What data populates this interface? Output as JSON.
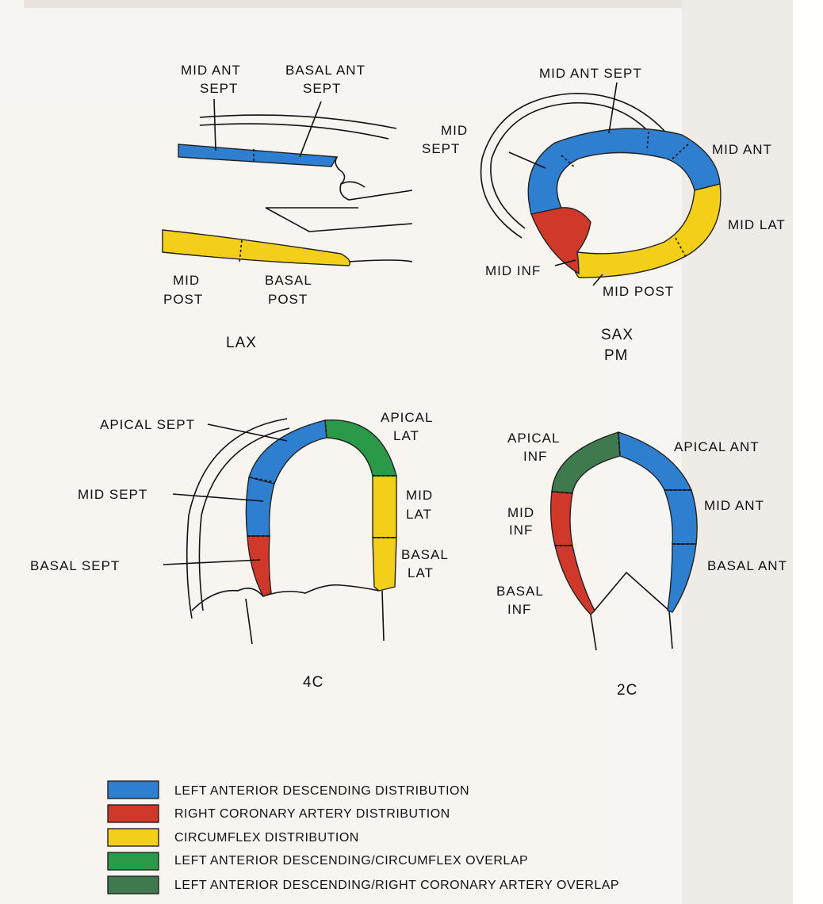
{
  "colors": {
    "lad": "#2e7fd0",
    "rca": "#d0382a",
    "cx": "#f4cf1a",
    "lad_cx": "#2a9a48",
    "lad_rca": "#3f7a4e",
    "background": "#f7f5f1"
  },
  "panels": {
    "lax": {
      "caption": "LAX",
      "labels": {
        "mid_ant_sept": [
          "MID ANT",
          "SEPT"
        ],
        "basal_ant_sept": [
          "BASAL ANT",
          "SEPT"
        ],
        "mid_post": [
          "MID",
          "POST"
        ],
        "basal_post": [
          "BASAL",
          "POST"
        ]
      }
    },
    "sax": {
      "caption": [
        "SAX",
        "PM"
      ],
      "labels": {
        "mid_ant_sept": "MID ANT SEPT",
        "mid_sept": [
          "MID",
          "SEPT"
        ],
        "mid_ant": "MID ANT",
        "mid_lat": "MID LAT",
        "mid_inf": "MID INF",
        "mid_post": "MID POST"
      }
    },
    "four_c": {
      "caption": "4C",
      "labels": {
        "apical_sept": "APICAL SEPT",
        "apical_lat": [
          "APICAL",
          "LAT"
        ],
        "mid_sept": "MID SEPT",
        "mid_lat": [
          "MID",
          "LAT"
        ],
        "basal_sept": "BASAL SEPT",
        "basal_lat": [
          "BASAL",
          "LAT"
        ]
      }
    },
    "two_c": {
      "caption": "2C",
      "labels": {
        "apical_inf": [
          "APICAL",
          "INF"
        ],
        "apical_ant": "APICAL ANT",
        "mid_inf": [
          "MID",
          "INF"
        ],
        "mid_ant": "MID ANT",
        "basal_inf": [
          "BASAL",
          "INF"
        ],
        "basal_ant": "BASAL ANT"
      }
    }
  },
  "legend": [
    {
      "label": "LEFT ANTERIOR DESCENDING DISTRIBUTION",
      "color": "#2e7fd0"
    },
    {
      "label": "RIGHT CORONARY ARTERY DISTRIBUTION",
      "color": "#d0382a"
    },
    {
      "label": "CIRCUMFLEX DISTRIBUTION",
      "color": "#f4cf1a"
    },
    {
      "label": "LEFT ANTERIOR DESCENDING/CIRCUMFLEX OVERLAP",
      "color": "#2a9a48"
    },
    {
      "label": "LEFT ANTERIOR DESCENDING/RIGHT CORONARY ARTERY OVERLAP",
      "color": "#3f7a4e"
    }
  ]
}
